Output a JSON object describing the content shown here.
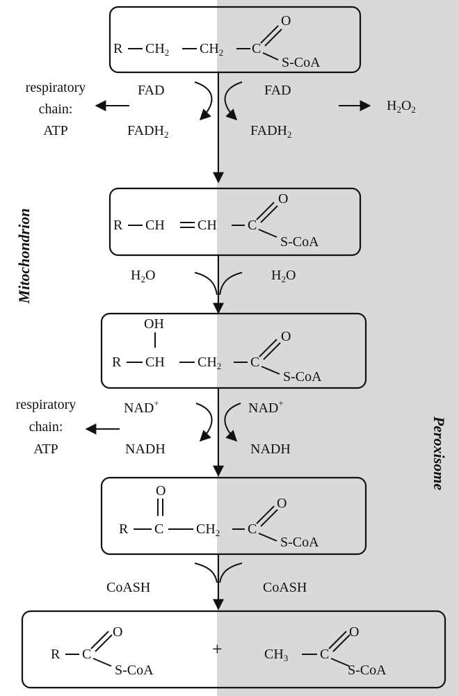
{
  "labels": {
    "mitochondrion": "Mitochondrion",
    "peroxisome": "Peroxisome"
  },
  "molecules": {
    "acyl_coa": {
      "r": "R",
      "ch2": "CH",
      "ch2_sub": "2",
      "c": "C",
      "o": "O",
      "scoa": "S-CoA"
    },
    "enoyl_coa": {
      "r": "R",
      "ch": "CH",
      "c": "C",
      "o": "O",
      "scoa": "S-CoA"
    },
    "hydroxyacyl_coa": {
      "oh": "OH",
      "r": "R",
      "ch": "CH",
      "ch2": "CH",
      "ch2_sub": "2",
      "c": "C",
      "o": "O",
      "scoa": "S-CoA"
    },
    "ketoacyl_coa": {
      "o_keto": "O",
      "r": "R",
      "c": "C",
      "ch2": "CH",
      "ch2_sub": "2",
      "o": "O",
      "scoa": "S-CoA"
    },
    "products": {
      "r": "R",
      "c": "C",
      "o": "O",
      "scoa": "S-CoA",
      "plus": "+",
      "ch3": "CH",
      "ch3_sub": "3"
    }
  },
  "step1": {
    "fad_left": "FAD",
    "fad_right": "FAD",
    "fadh": "FADH",
    "fadh_sub": "2",
    "resp_line1": "respiratory",
    "resp_line2": "chain:",
    "resp_line3": "ATP",
    "h2o2": "H",
    "h2o2_sub1": "2",
    "h2o2_o": "O",
    "h2o2_sub2": "2"
  },
  "step2": {
    "h": "H",
    "h_sub": "2",
    "o": "O"
  },
  "step3": {
    "nad": "NAD",
    "nad_sup": "+",
    "nadh": "NADH",
    "resp_line1": "respiratory",
    "resp_line2": "chain:",
    "resp_line3": "ATP"
  },
  "step4": {
    "coash": "CoASH"
  }
}
